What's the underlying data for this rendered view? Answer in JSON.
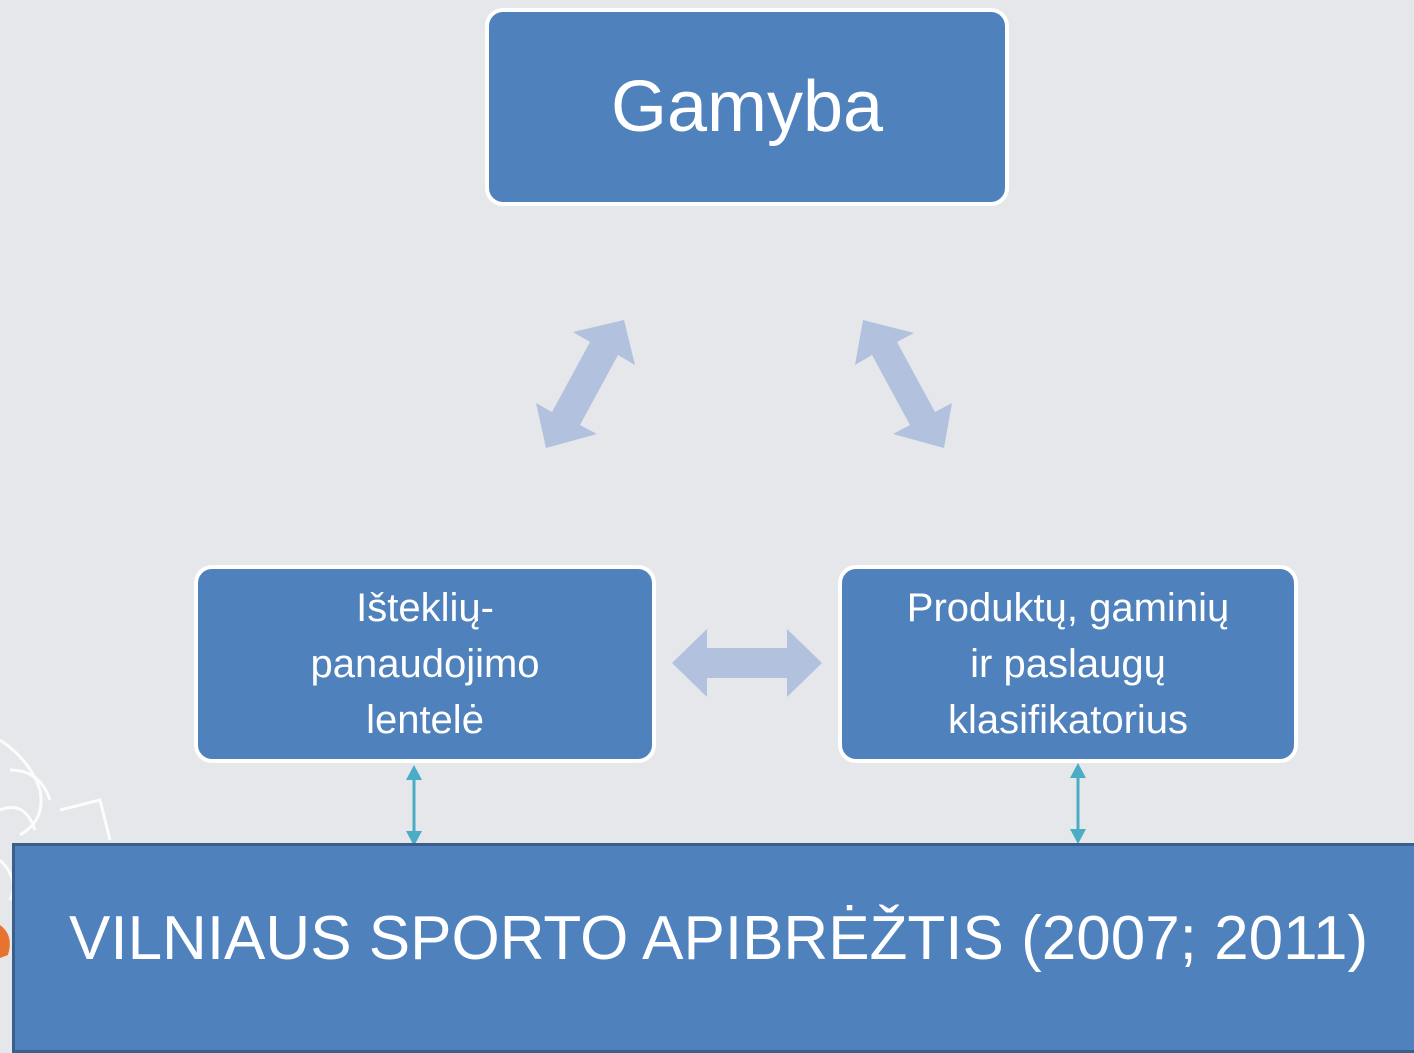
{
  "diagram": {
    "top_node": {
      "label": "Gamyba"
    },
    "left_node": {
      "label": "Išteklių-\npanaudojimo\nlentelė"
    },
    "right_node": {
      "label": "Produktų, gaminių\nir paslaugų\nklasifikatorius"
    },
    "banner": {
      "label": "VILNIAUS SPORTO APIBRĖŽTIS (2007; 2011)"
    }
  },
  "colors": {
    "background": "#e6e7ea",
    "node_fill": "#4f81bd",
    "node_border": "#ffffff",
    "connector_arrow": "#b2c1de",
    "link_arrow": "#4bacc6"
  }
}
